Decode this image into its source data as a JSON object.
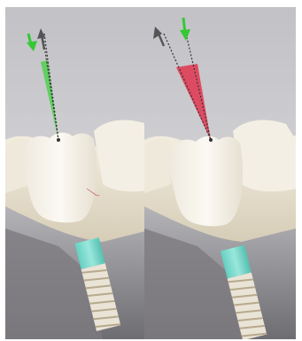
{
  "panels": [
    {
      "id": "left",
      "feedback": "correct",
      "angle_fill": "#4fd04f",
      "correct_arrow_color": "#35c835",
      "reference_arrow_color": "#555555"
    },
    {
      "id": "right",
      "feedback": "incorrect",
      "angle_fill": "#e0354f",
      "correct_arrow_color": "#35c835",
      "reference_arrow_color": "#555555"
    }
  ],
  "colors": {
    "background": "#c9c9cc",
    "tooth": "#f7f4ec",
    "gum": "#efe7d4",
    "implant_thread": "#e8e4d8",
    "abutment": "#78e4d4"
  }
}
